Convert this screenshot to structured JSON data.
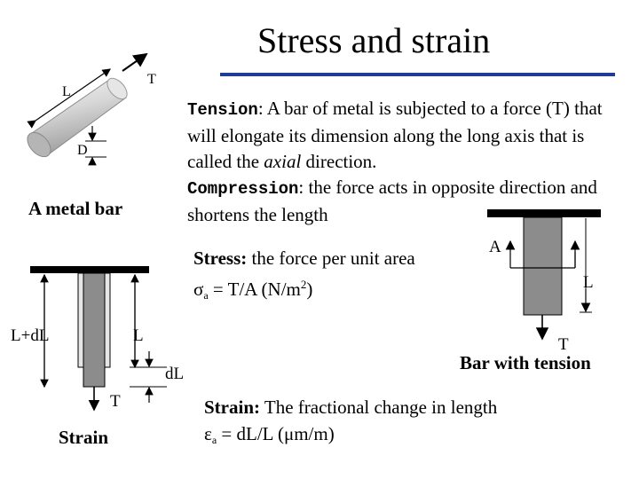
{
  "slide": {
    "title": "Stress and strain",
    "accent_color": "#1f3c99"
  },
  "paragraph": {
    "tension_term": "Tension",
    "tension_text_a": ": A bar of metal is subjected to a force (T) that will elongate its dimension along the long axis that is called the ",
    "tension_italic": "axial",
    "tension_text_b": " direction.",
    "compression_term": "Compression",
    "compression_text": ": the force acts in opposite direction and shortens the length"
  },
  "stress": {
    "term": "Stress:",
    "text": " the force per unit area",
    "symbol": "σ",
    "subscript": "a",
    "formula": " = T/A  (N/m",
    "exponent": "2",
    "close": ")"
  },
  "strain": {
    "term": "Strain:",
    "text": " The fractional change in length",
    "symbol": "ε",
    "subscript": "a",
    "formula": " = dL/L (",
    "mu": "μ",
    "unit": "m/m)"
  },
  "captions": {
    "metal_bar": "A metal bar",
    "bar_tension": "Bar with tension",
    "strain": "Strain"
  },
  "diagram_labels": {
    "bar_L": "L",
    "bar_T": "T",
    "bar_D": "D",
    "tension_A": "A",
    "tension_L": "L",
    "tension_T": "T",
    "strain_LdL": "L+dL",
    "strain_L": "L",
    "strain_dL": "dL",
    "strain_T": "T"
  }
}
